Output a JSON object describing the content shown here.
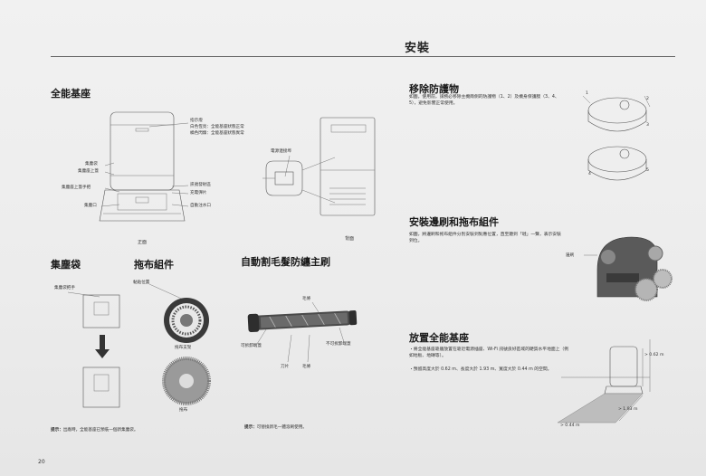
{
  "header": {
    "title": "安裝",
    "page_number": "20"
  },
  "base_station": {
    "title": "全能基座",
    "front_labels": {
      "indicator": "指示燈",
      "indicator_white": "白色恆亮：全能基座狀態正常",
      "indicator_orange": "橘色閃爍：全能基座狀態異常",
      "dust_bag_lid": "集塵袋",
      "dust_bag_cover": "集塵座上蓋",
      "lid_handle": "集塵座上蓋手把",
      "dust_port": "集塵口",
      "signal_zone": "訊號發射區",
      "charging_contacts": "充電彈片",
      "auto_water_port": "自動注水口"
    },
    "front_caption": "正面",
    "back_label": "電源連接埠",
    "back_caption": "背面"
  },
  "dust_bag": {
    "title": "集塵袋",
    "handle_label": "集塵袋把手",
    "note_prefix": "提示：",
    "note": "出廠時，全能基座已預裝一個新集塵袋。"
  },
  "mop": {
    "title": "拖布組件",
    "pos_label": "黏貼位置",
    "bracket_label": "拖布支架",
    "pad_label": "拖布"
  },
  "brush": {
    "title": "自動割毛髮防纏主刷",
    "bristle_top": "毛條",
    "left_cap": "可拆卸端蓋",
    "right_cap": "不可拆卸端蓋",
    "blade": "刀片",
    "bristle_bottom": "毛條",
    "note_prefix": "提示：",
    "note": "可替換新毛一體滾刷使用。"
  },
  "remove_protection": {
    "title": "移除防護物",
    "text": "如圖，使用前，請務必移除主機兩側的防護物（1、2）及機身保護膜（3、4、5），避免影響正常使用。",
    "step1": "1",
    "step2": "2",
    "step3": "3",
    "step4": "4",
    "step5": "5"
  },
  "install_brush": {
    "title": "安裝邊刷和拖布組件",
    "text": "如圖，將邊刷和拖布組件分別安裝到對應位置，直至聽到「噠」一聲，表示安裝到位。",
    "side_brush_label": "邊刷"
  },
  "place_base": {
    "title": "放置全能基座",
    "bullet1": "・將全能基座靠牆放置在靠近電源插座、Wi-Fi 訊號良好區域的硬質水平地面上（例如地板、地磚等）。",
    "bullet2": "・預留高度大於 0.62 m、長度大於 1.93 m、寬度大於 0.44 m 的空間。",
    "height_label": "> 0.62 m",
    "length_label": "> 1.93 m",
    "width_label": "> 0.44 m"
  }
}
